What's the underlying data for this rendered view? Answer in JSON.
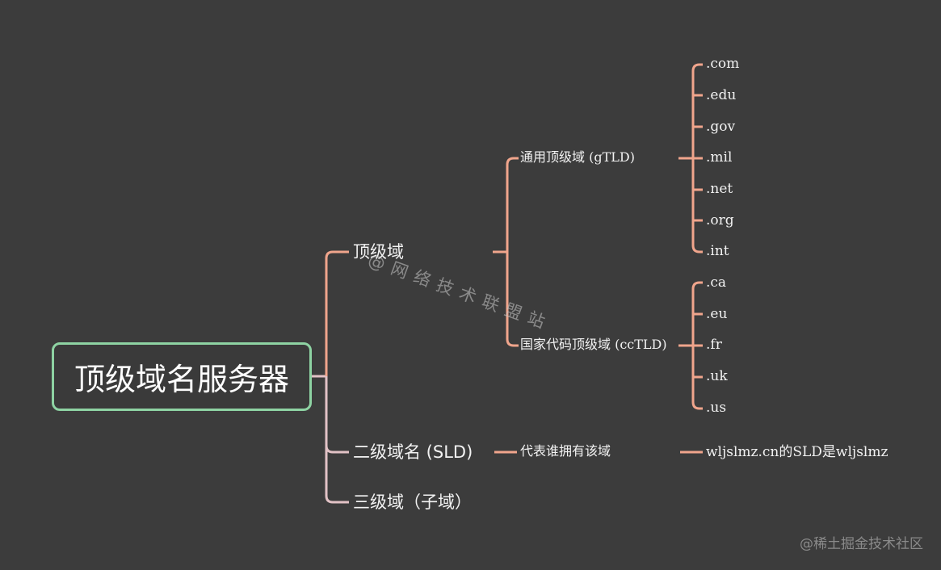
{
  "root": {
    "label": "顶级域名服务器"
  },
  "top_level_domain": {
    "label": "顶级域",
    "generic": {
      "label": "通用顶级域 (gTLD)",
      "items": [
        ".com",
        ".edu",
        ".gov",
        ".mil",
        ".net",
        ".org",
        ".int"
      ]
    },
    "country": {
      "label": "国家代码顶级域 (ccTLD)",
      "items": [
        ".ca",
        ".eu",
        ".fr",
        ".uk",
        ".us"
      ]
    }
  },
  "second_level_domain": {
    "label": "二级域名 (SLD)",
    "note": "代表谁拥有该域",
    "example": "wljslmz.cn的SLD是wljslmz"
  },
  "third_level_domain": {
    "label": "三级域（子域）"
  },
  "watermark": "@网络技术联盟站",
  "credit": "@稀土掘金技术社区",
  "colors": {
    "background": "#3c3c3c",
    "root_border": "#8ed3a3",
    "edge_salmon": "#f0a58c",
    "edge_pink": "#e2c2c6"
  }
}
